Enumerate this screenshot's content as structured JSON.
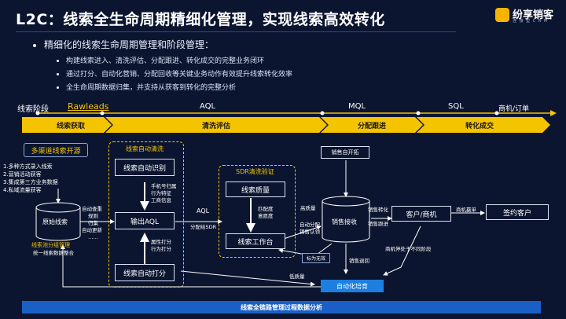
{
  "header": {
    "title": "L2C：线索全生命周期精细化管理，实现线索高效转化",
    "logo_text": "纷享销客",
    "logo_sub": "连 接 型 C R M"
  },
  "bullets": {
    "main": "精细化的线索生命周期管理和阶段管理：",
    "items": [
      "构建线索进入、清洗评估、分配跟进、转化成交的完整业务闭环",
      "通过打分、自动化营销、分配回收等关键业务动作有效提升线索转化效率",
      "全生命周期数据归集，并支持从获客到转化的完整分析"
    ]
  },
  "stages": {
    "label": "线索阶段",
    "rawleads": "Rawleads",
    "aql": "AQL",
    "mql": "MQL",
    "sql": "SQL",
    "end": "商机/订单"
  },
  "phases": [
    "线索获取",
    "清洗评估",
    "分配跟进",
    "转化成交"
  ],
  "diagram": {
    "source_title": "多渠道线索开源",
    "sources": [
      "1.多种方式录入线索",
      "2.营销活动获客",
      "3.集成第三方业务数据",
      "4.私域流量获客"
    ],
    "pool": "原始线索",
    "pool_caption1": "线索池分组管理",
    "pool_caption2": "统一线索数据整合",
    "auto_lines": [
      "自动查重",
      "规则",
      "归集",
      "自动更新",
      "……"
    ],
    "auto_clean_title": "线索自动清洗",
    "auto_identify": "线索自动识别",
    "identify_notes": [
      "手机号归属",
      "行为特征",
      "工商信息"
    ],
    "output_aql": "输出AQL",
    "score_notes": [
      "属性打分",
      "行为打分"
    ],
    "auto_score": "线索自动打分",
    "aql_label": "AQL",
    "dispatch_sdr": "分配给SDR",
    "sdr_title": "SDR清洗验证",
    "lead_quality": "线索质量",
    "match_notes": [
      "匹配度",
      "意愿度"
    ],
    "lead_workbench": "线索工作台",
    "sales_outreach": "销售自开拓",
    "high_quality": "高质量",
    "auto_assign": [
      "自动分配",
      "销售认领"
    ],
    "sales_receive": "销售接收",
    "mark_invalid": "标为无效",
    "sales_return": "销售退回",
    "sales_convert": "销售转化",
    "sales_followup": "销售跟进",
    "customer": "客户/商机",
    "opportunity_win": "商机赢单",
    "signed": "签约客户",
    "opp_other": "商机停处于不同阶段",
    "low_quality": "低质量",
    "auto_nurture": "自动化培育",
    "footer": "线索全链路管理过程数据分析"
  },
  "colors": {
    "background": "#0b1530",
    "accent_yellow": "#f5c400",
    "accent_blue": "#1d7fe0"
  }
}
